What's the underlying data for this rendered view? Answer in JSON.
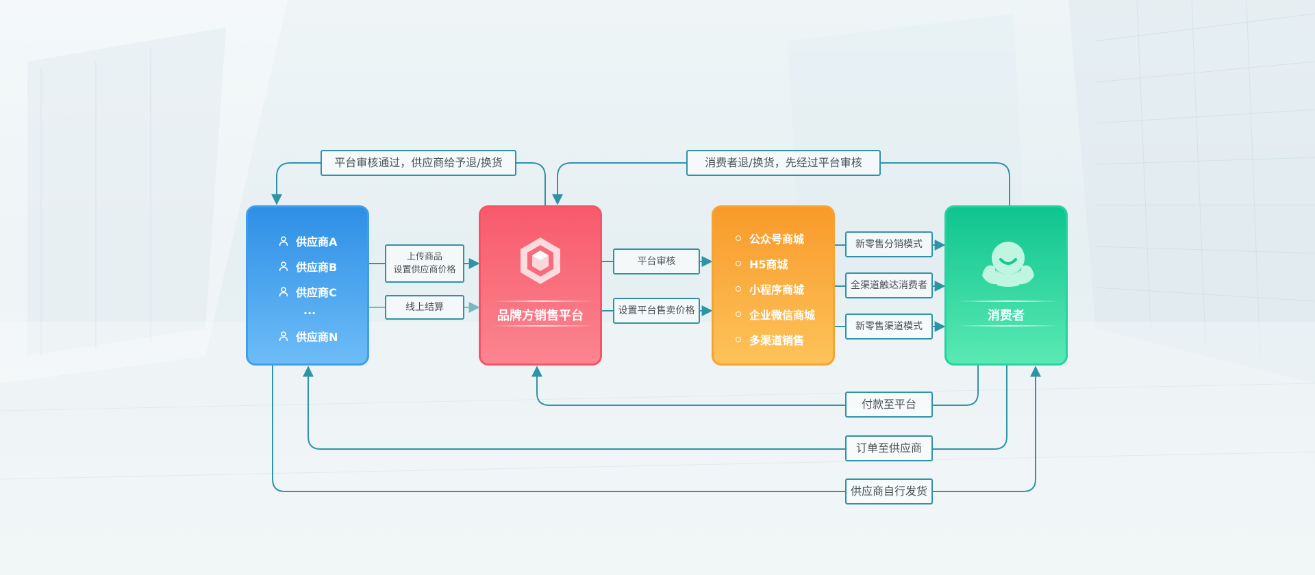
{
  "suppliers": {
    "items": [
      "供应商A",
      "供应商B",
      "供应商C",
      "...",
      "供应商N"
    ]
  },
  "platform": {
    "title": "品牌方销售平台"
  },
  "channels": {
    "items": [
      "公众号商城",
      "H5商城",
      "小程序商城",
      "企业微信商城",
      "多渠道销售"
    ]
  },
  "consumer": {
    "title": "消费者"
  },
  "labels": {
    "top_left": "平台审核通过，供应商给予退/换货",
    "top_right": "消费者退/换货，先经过平台审核",
    "upload_line1": "上传商品",
    "upload_line2": "设置供应商价格",
    "settlement": "线上结算",
    "platform_review": "平台审核",
    "set_price": "设置平台售卖价格",
    "new_retail_dist": "新零售分销模式",
    "omni_channel": "全渠道触达消费者",
    "new_retail_channel": "新零售渠道模式",
    "pay_to_platform": "付款至平台",
    "order_to_supplier": "订单至供应商",
    "supplier_ship": "供应商自行发货"
  },
  "colors": {
    "line": "#2f93a6",
    "supplier": "#3f9df0",
    "platform": "#f45466",
    "channel": "#f7a331",
    "consumer": "#26d39f"
  }
}
